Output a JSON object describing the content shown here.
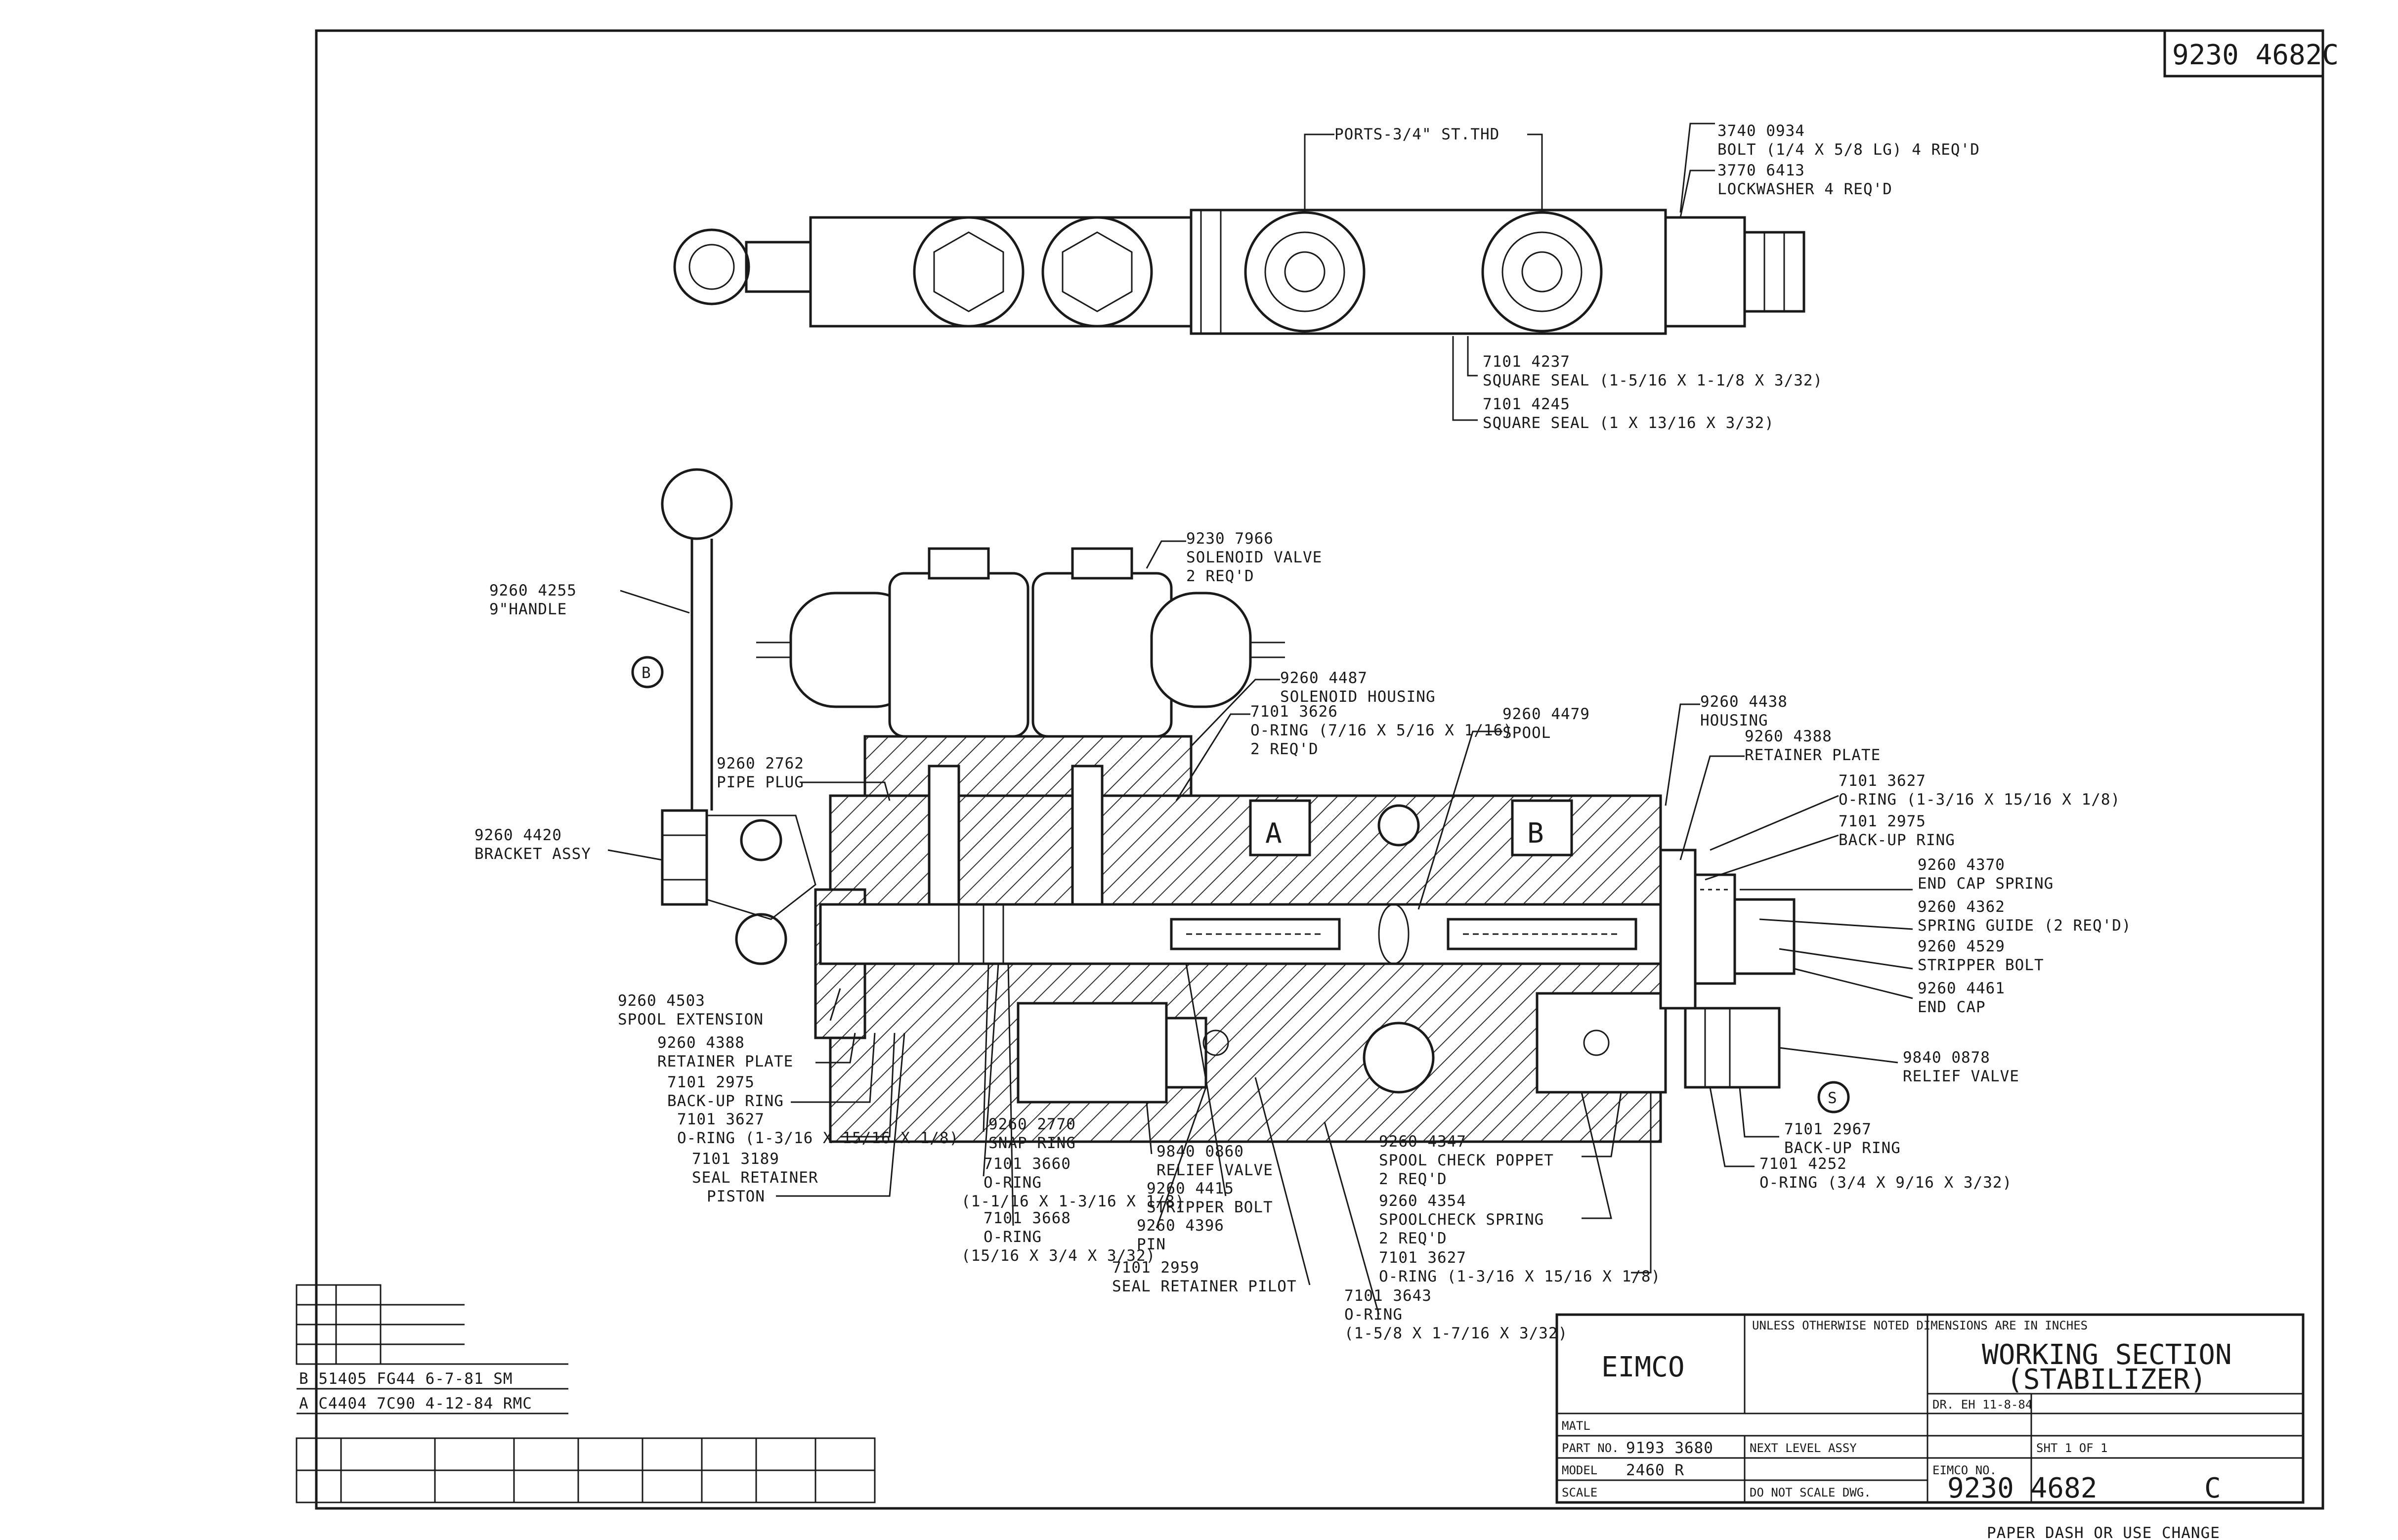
{
  "drawing_number_corner": "9230 4682C",
  "top_view": {
    "ports": "PORTS-3/4\" ST.THD",
    "bolt_part": "3740 0934",
    "bolt_desc": "BOLT (1/4 X 5/8 LG) 4 REQ'D",
    "lockwasher_part": "3770 6413",
    "lockwasher_desc": "LOCKWASHER 4 REQ'D",
    "seal1_part": "7101 4237",
    "seal1_desc": "SQUARE SEAL (1-5/16 X 1-1/8 X 3/32)",
    "seal2_part": "7101 4245",
    "seal2_desc": "SQUARE SEAL (1 X 13/16 X 3/32)"
  },
  "labels": {
    "solenoid_valve": [
      "9230 7966",
      "SOLENOID VALVE",
      "2 REQ'D"
    ],
    "handle": [
      "9260 4255",
      "9\"HANDLE"
    ],
    "solenoid_housing": [
      "9260 4487",
      "SOLENOID HOUSING"
    ],
    "oring_top": [
      "7101 3626",
      "O-RING (7/16 X 5/16 X 1/16)",
      "2 REQ'D"
    ],
    "spool": [
      "9260 4479",
      "SPOOL"
    ],
    "housing": [
      "9260 4438",
      "HOUSING"
    ],
    "retainer_plate_r": [
      "9260 4388",
      "RETAINER PLATE"
    ],
    "pipe_plug": [
      "9260 2762",
      "PIPE PLUG"
    ],
    "oring_r1": [
      "7101 3627",
      "O-RING (1-3/16 X 15/16 X 1/8)"
    ],
    "backup_r1": [
      "7101 2975",
      "BACK-UP RING"
    ],
    "bracket": [
      "9260 4420",
      "BRACKET ASSY"
    ],
    "end_cap_spring": [
      "9260 4370",
      "END CAP SPRING"
    ],
    "spring_guide": [
      "9260 4362",
      "SPRING GUIDE (2 REQ'D)"
    ],
    "stripper_bolt_r": [
      "9260 4529",
      "STRIPPER BOLT"
    ],
    "end_cap": [
      "9260 4461",
      "END CAP"
    ],
    "spool_ext": [
      "9260 4503",
      "SPOOL EXTENSION"
    ],
    "retainer_plate_l": [
      "9260 4388",
      "RETAINER PLATE"
    ],
    "backup_l": [
      "7101 2975",
      "BACK-UP RING"
    ],
    "oring_l": [
      "7101 3627",
      "O-RING (1-3/16 X 15/16 X 1/8)"
    ],
    "seal_retainer_piston": [
      "7101 3189",
      "SEAL RETAINER",
      "PISTON"
    ],
    "snap_ring": [
      "9260 2770",
      "SNAP RING"
    ],
    "oring_b1": [
      "7101 3660",
      "O-RING",
      "(1-1/16 X 1-3/16 X 1/8)"
    ],
    "oring_b2": [
      "7101 3668",
      "O-RING",
      "(15/16 X 3/4 X 3/32)"
    ],
    "relief_valve_b": [
      "9840 0860",
      "RELIEF VALVE"
    ],
    "stripper_bolt_b": [
      "9260 4415",
      "STRIPPER BOLT"
    ],
    "pin": [
      "9260 4396",
      "PIN"
    ],
    "seal_retainer_pilot": [
      "7101 2959",
      "SEAL RETAINER PILOT"
    ],
    "spool_check_poppet": [
      "9260 4347",
      "SPOOL CHECK POPPET",
      "2 REQ'D"
    ],
    "spool_check_spring": [
      "9260 4354",
      "SPOOLCHECK SPRING",
      "2 REQ'D"
    ],
    "oring_b3": [
      "7101 3627",
      "O-RING (1-3/16 X 15/16 X 1/8)"
    ],
    "oring_b4": [
      "7101 3643",
      "O-RING",
      "(1-5/8 X 1-7/16 X 3/32)"
    ],
    "relief_valve_r": [
      "9840 0878",
      "RELIEF VALVE"
    ],
    "backup_r2": [
      "7101 2967",
      "BACK-UP RING"
    ],
    "oring_r2": [
      "7101 4252",
      "O-RING (3/4 X 9/16 X 3/32)"
    ],
    "port_a": "A",
    "port_b": "B",
    "callout_b": "B",
    "callout_s": "S"
  },
  "revisions": [
    "B 51405 FG44 6-7-81 SM",
    "A C4404 7C90 4-12-84 RMC"
  ],
  "title_block": {
    "company": "EIMCO",
    "tolerance_note": "UNLESS OTHERWISE NOTED DIMENSIONS ARE IN INCHES",
    "title_line1": "WORKING SECTION",
    "title_line2": "(STABILIZER)",
    "matl_label": "MATL",
    "ref_label": "PART NO.",
    "ref_value": "9193 3680",
    "next_assy_label": "NEXT LEVEL ASSY",
    "model_label": "MODEL",
    "model_value": "2460 R",
    "scale_label": "SCALE",
    "dont_scale": "DO NOT SCALE DWG.",
    "drawn": "DR. EH 11-8-84",
    "sheet": "SHT 1 OF 1",
    "dwg_no_label": "EIMCO NO.",
    "dwg_no": "9230 4682",
    "revision": "C"
  },
  "footer_text": "PAPER DASH OR USE CHANGE"
}
